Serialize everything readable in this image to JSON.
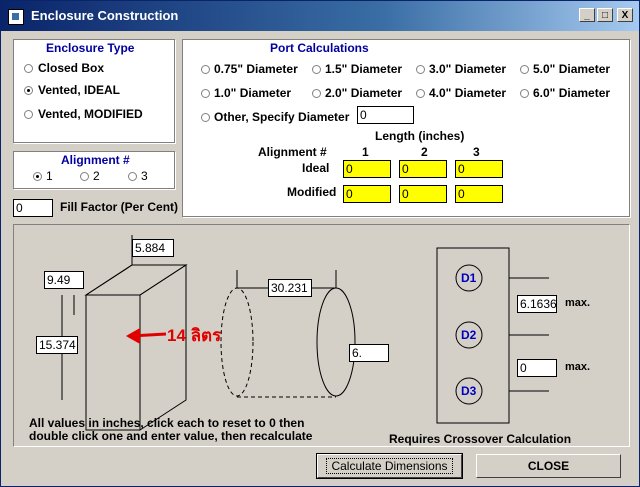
{
  "window": {
    "title": "Enclosure Construction",
    "min": "_",
    "max": "□",
    "close": "X"
  },
  "enclosure_type": {
    "title": "Enclosure Type",
    "options": [
      "Closed Box",
      "Vented, IDEAL",
      "Vented, MODIFIED"
    ],
    "selected": 1
  },
  "alignment": {
    "title": "Alignment #",
    "options": [
      "1",
      "2",
      "3"
    ],
    "selected": 0
  },
  "fill_factor": {
    "value": "0",
    "label": "Fill Factor (Per Cent)"
  },
  "port": {
    "title": "Port Calculations",
    "row1": [
      "0.75\" Diameter",
      "1.5\" Diameter",
      "3.0\" Diameter",
      "5.0\" Diameter"
    ],
    "row2": [
      "1.0\" Diameter",
      "2.0\" Diameter",
      "4.0\" Diameter",
      "6.0\" Diameter"
    ],
    "other_label": "Other, Specify Diameter",
    "other_value": "0",
    "length_title": "Length (inches)",
    "alignment_label": "Alignment #",
    "cols": [
      "1",
      "2",
      "3"
    ],
    "ideal_label": "Ideal",
    "modified_label": "Modified",
    "ideal_values": [
      "0",
      "0",
      "0"
    ],
    "modified_values": [
      "0",
      "0",
      "0"
    ]
  },
  "box": {
    "depth": "5.884",
    "width": "9.49",
    "height": "15.374",
    "annotation": "14 ลิตร",
    "annotation_color": "#e00000"
  },
  "tube": {
    "length": "30.231",
    "diameter": "6."
  },
  "crossover": {
    "drivers": [
      "D1",
      "D2",
      "D3"
    ],
    "max1": "6.1636",
    "max2": "0",
    "max_label": "max.",
    "caption": "Requires Crossover Calculation"
  },
  "instructions": {
    "line1": "All values in inches, click each to reset to 0 then",
    "line2": "double click one and enter value, then recalculate"
  },
  "buttons": {
    "calculate": "Calculate Dimensions",
    "close": "CLOSE"
  }
}
